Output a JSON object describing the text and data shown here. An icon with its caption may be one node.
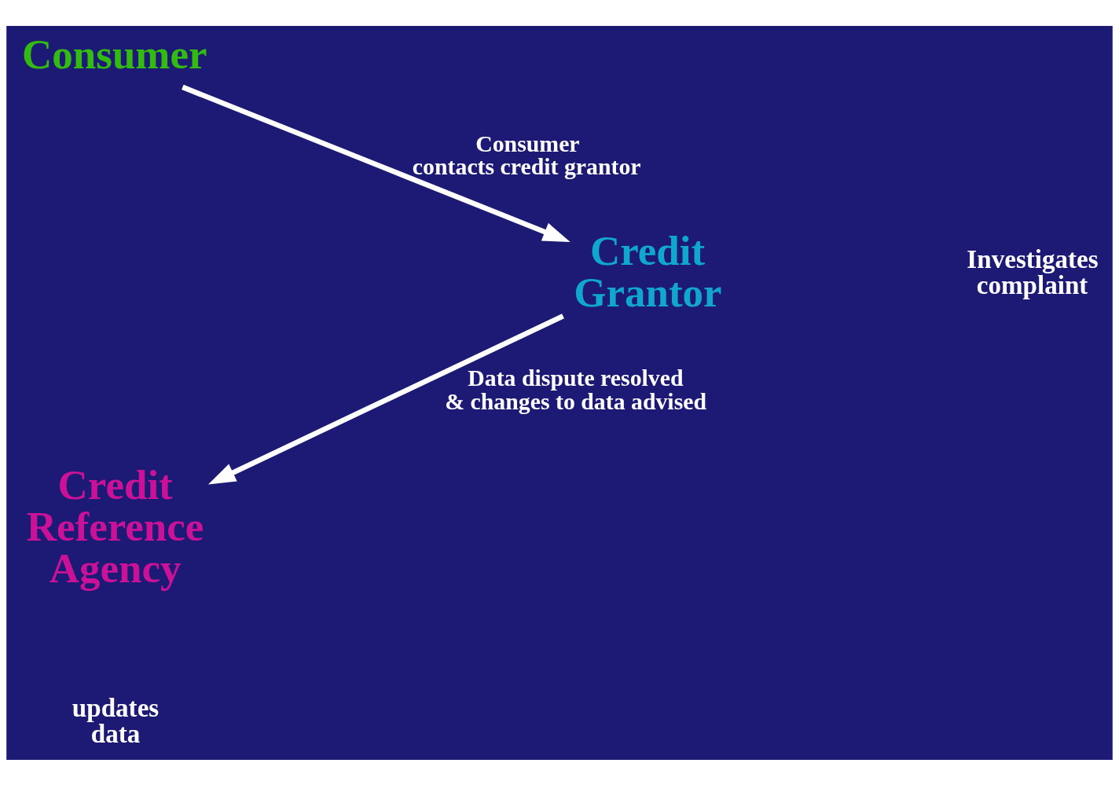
{
  "diagram": {
    "nodes": [
      {
        "text": [
          "Consumer"
        ]
      },
      {
        "text": [
          "Credit Grantor"
        ]
      },
      {
        "text": [
          "Credit Reference Agency"
        ]
      }
    ],
    "edges": [
      {
        "from": 0,
        "to": 1,
        "arrow": "to",
        "label": "Consumer contacts credit grantor"
      },
      {
        "from": 1,
        "to": 2,
        "arrow": "to",
        "label": "Data dispute resolved & changes to data advised"
      }
    ],
    "labels": [
      "Investigates complaint",
      "updates data"
    ]
  }
}
